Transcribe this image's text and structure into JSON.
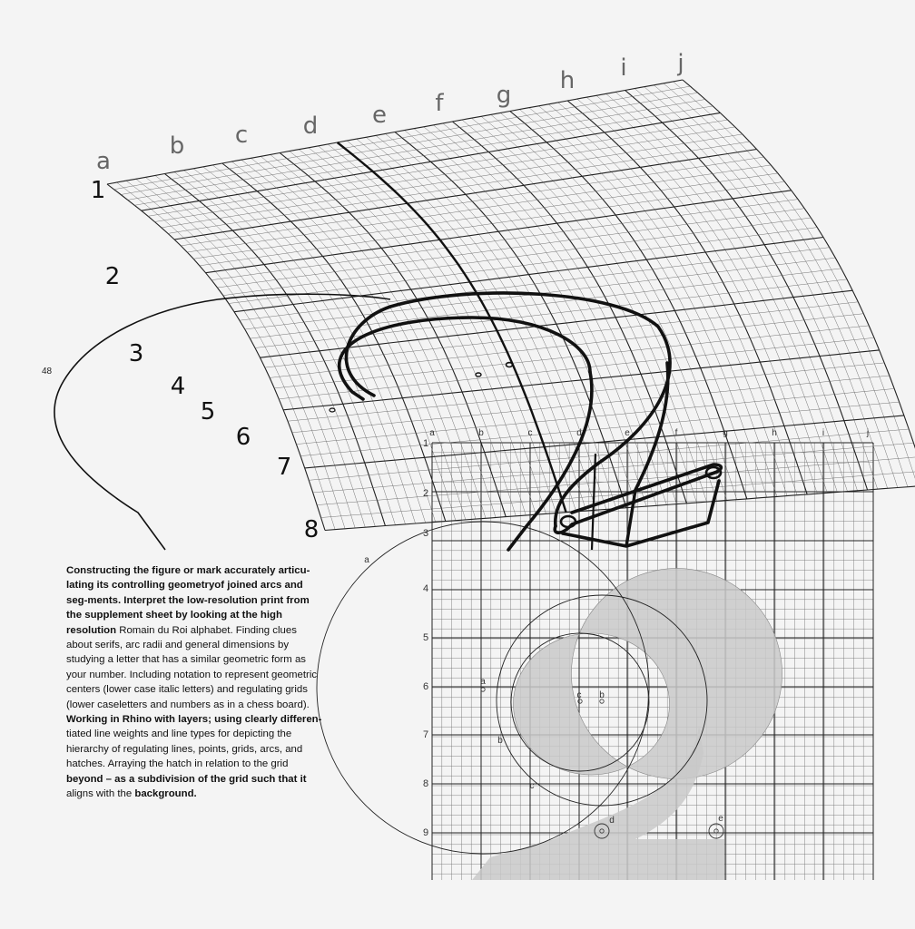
{
  "page_number": "48",
  "caption": [
    {
      "text": "Constructing the figure or mark accurately articu-lating its controlling geometryof joined arcs and seg-ments. Interpret the low-resolution print from the ",
      "bold": true
    },
    {
      "text": "supplement sheet by looking at the high resolution ",
      "bold": true
    },
    {
      "text": "Romain du Roi alphabet.  Finding clues about serifs, arc radii and general dimensions by studying a letter that has a similar geometric form as your number. Including notation to represent geometric centers (lower case italic letters) and regulating grids (lower caseletters and numbers as in a chess board). ",
      "bold": false
    },
    {
      "text": "Working in Rhino with layers; using clearly differen-",
      "bold": true
    },
    {
      "text": "tiated line weights and line types for depicting the hierarchy of regulating lines, points, grids, arcs, and hatches. Arraying the hatch in relation to the grid ",
      "bold": false
    },
    {
      "text": "beyond – as a subdivision of the grid such that it ",
      "bold": true
    },
    {
      "text": "aligns with the ",
      "bold": false
    },
    {
      "text": "background.",
      "bold": true
    }
  ],
  "warped_grid": {
    "columns": [
      "a",
      "b",
      "c",
      "d",
      "e",
      "f",
      "g",
      "h",
      "i",
      "j"
    ],
    "rows": [
      "1",
      "2",
      "3",
      "4",
      "5",
      "6",
      "7",
      "8"
    ]
  },
  "flat_grid": {
    "columns": [
      "a",
      "b",
      "c",
      "d",
      "e",
      "f",
      "g",
      "h",
      "i",
      "j"
    ],
    "rows": [
      "1",
      "2",
      "3",
      "4",
      "5",
      "6",
      "7",
      "8",
      "9"
    ]
  },
  "center_labels": {
    "a_outer": "a",
    "a_mid": "a",
    "b_upper": "b",
    "b_lower": "b",
    "c_upper": "c",
    "c_lower": "c",
    "d": "d",
    "e": "e"
  },
  "colors": {
    "background": "#f4f4f4",
    "ink": "#111111",
    "grid_minor": "#555555",
    "hatch": "#c8c8c8"
  }
}
